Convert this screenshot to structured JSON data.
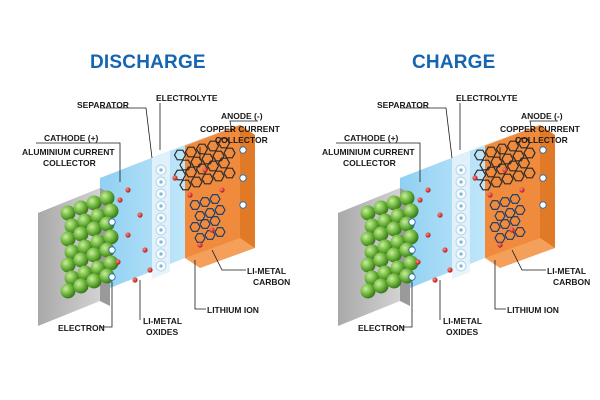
{
  "panels": [
    {
      "title": "DISCHARGE",
      "labels": {
        "separator": "SEPARATOR",
        "electrolyte": "ELECTROLYTE",
        "anode": "ANODE (-)",
        "copper_line1": "COPPER CURRENT",
        "copper_line2": "COLLECTOR",
        "cathode": "CATHODE (+)",
        "aluminium_line1": "ALUMINIUM CURRENT",
        "aluminium_line2": "COLLECTOR",
        "li_metal_carbon_line1": "LI-METAL",
        "li_metal_carbon_line2": "CARBON",
        "lithium_ion": "LITHIUM ION",
        "electron": "ELECTRON",
        "li_metal_oxides_line1": "LI-METAL",
        "li_metal_oxides_line2": "OXIDES"
      }
    },
    {
      "title": "CHARGE",
      "labels": {
        "separator": "SEPARATOR",
        "electrolyte": "ELECTROLYTE",
        "anode": "ANODE (-)",
        "copper_line1": "COPPER CURRENT",
        "copper_line2": "COLLECTOR",
        "cathode": "CATHODE (+)",
        "aluminium_line1": "ALUMINIUM CURRENT",
        "aluminium_line2": "COLLECTOR",
        "li_metal_carbon_line1": "LI-METAL",
        "li_metal_carbon_line2": "CARBON",
        "lithium_ion": "LITHIUM ION",
        "electron": "ELECTRON",
        "li_metal_oxides_line1": "LI-METAL",
        "li_metal_oxides_line2": "OXIDES"
      }
    }
  ],
  "colors": {
    "title": "#1565b0",
    "copper": "#f08a3c",
    "electrolyte": "#a9dcf5",
    "separator": "#e6f3fb",
    "aluminium": "#bdbdbd",
    "lithium_ion": "#d8261c",
    "oxide": "#6bb33a"
  }
}
